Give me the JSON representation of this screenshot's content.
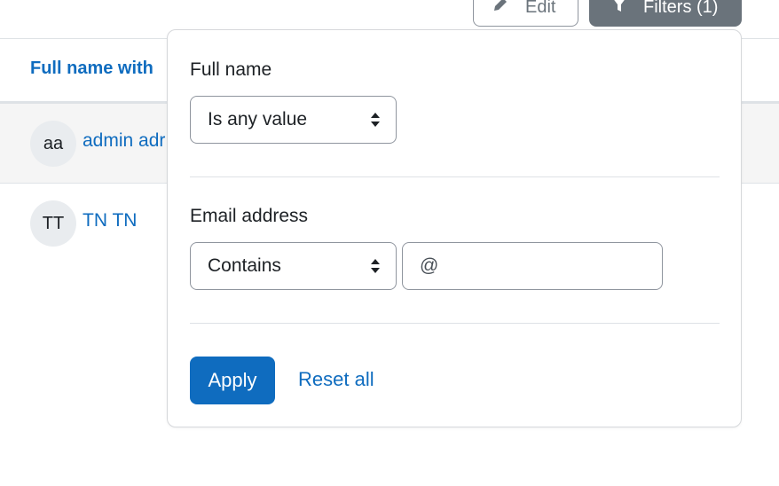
{
  "toolbar": {
    "edit_label": "Edit",
    "filters_label": "Filters (1)"
  },
  "table": {
    "header": "Full name with",
    "rows": [
      {
        "initials": "aa",
        "name": "admin adr"
      },
      {
        "initials": "TT",
        "name": "TN TN"
      }
    ]
  },
  "filters": {
    "full_name": {
      "label": "Full name",
      "operator": "Is any value"
    },
    "email": {
      "label": "Email address",
      "operator": "Contains",
      "value": "@"
    },
    "apply_label": "Apply",
    "reset_label": "Reset all"
  },
  "colors": {
    "link": "#0f6cbf",
    "primary": "#0f6cbf",
    "secondary": "#6a737b"
  }
}
